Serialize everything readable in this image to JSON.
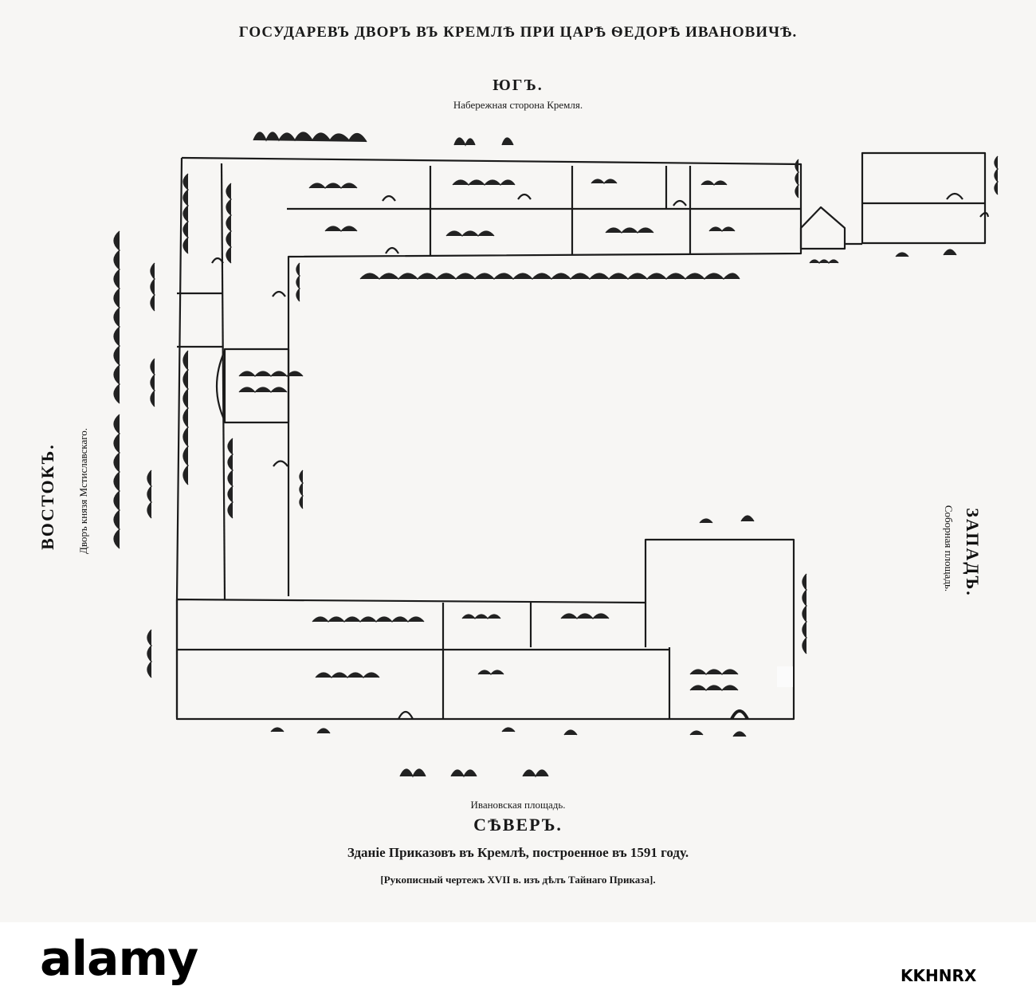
{
  "title": "ГОСУДАРЕВЪ ДВОРЪ ВЪ КРЕМЛѢ ПРИ ЦАРѢ ѲЕДОРѢ ИВАНОВИЧѢ.",
  "south": {
    "label": "ЮГЪ.",
    "sub": "Набережная сторона Кремля."
  },
  "east": {
    "label": "ВОСТОКЪ.",
    "sub": "Дворъ князя Мстиславскаго."
  },
  "west": {
    "label": "ЗАПАДЪ.",
    "sub": "Соборная площадь."
  },
  "north": {
    "label": "СѢВЕРЪ.",
    "sub": "Ивановская площадь."
  },
  "caption": "Зданіе Приказовъ въ Кремлѣ, построенное въ 1591 году.",
  "source": "[Рукописный чертежъ XVII в. изъ дѣлъ Тайнаго Приказа].",
  "watermark": {
    "brand": "alamy",
    "image_id": "KKHNRX"
  }
}
